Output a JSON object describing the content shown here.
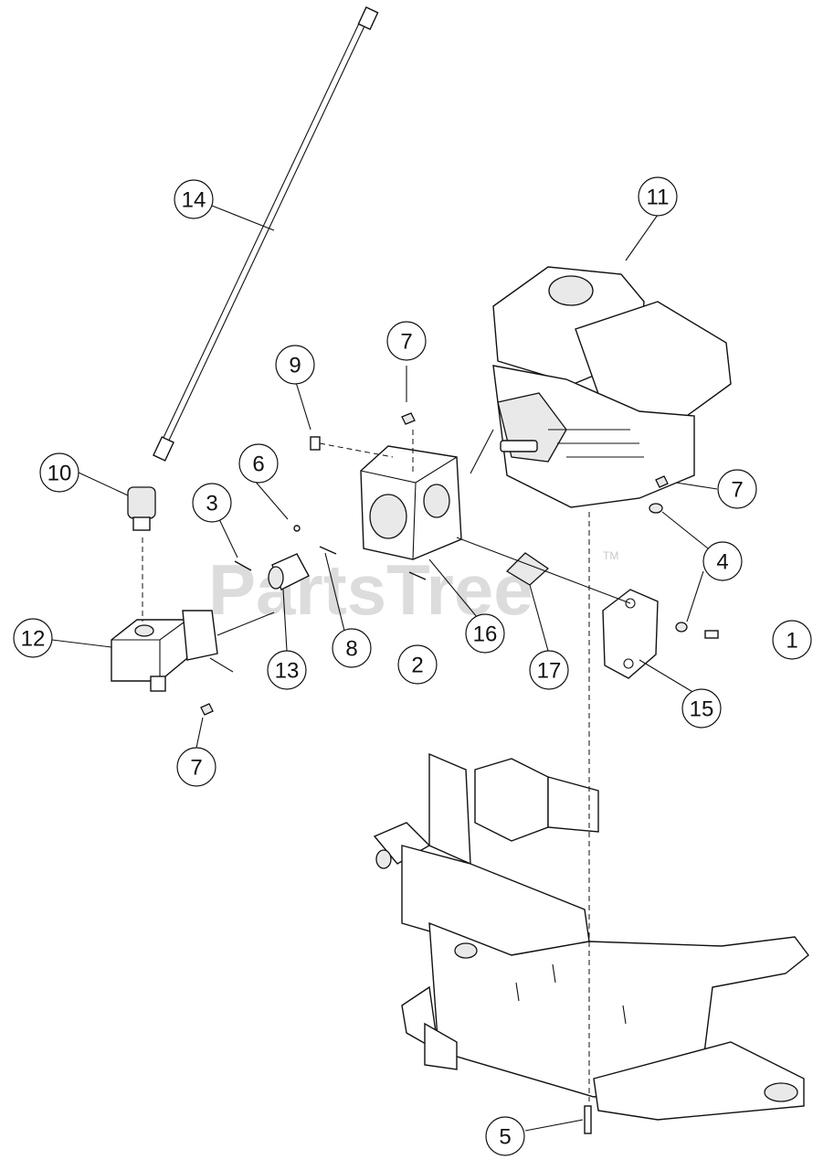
{
  "watermark": {
    "text": "PartsTree",
    "tm": "TM"
  },
  "callouts": [
    {
      "label": "1"
    },
    {
      "label": "2"
    },
    {
      "label": "3"
    },
    {
      "label": "4"
    },
    {
      "label": "5"
    },
    {
      "label": "6"
    },
    {
      "label": "7"
    },
    {
      "label": "7"
    },
    {
      "label": "7"
    },
    {
      "label": "8"
    },
    {
      "label": "9"
    },
    {
      "label": "10"
    },
    {
      "label": "11"
    },
    {
      "label": "12"
    },
    {
      "label": "13"
    },
    {
      "label": "14"
    },
    {
      "label": "15"
    },
    {
      "label": "16"
    },
    {
      "label": "17"
    }
  ]
}
